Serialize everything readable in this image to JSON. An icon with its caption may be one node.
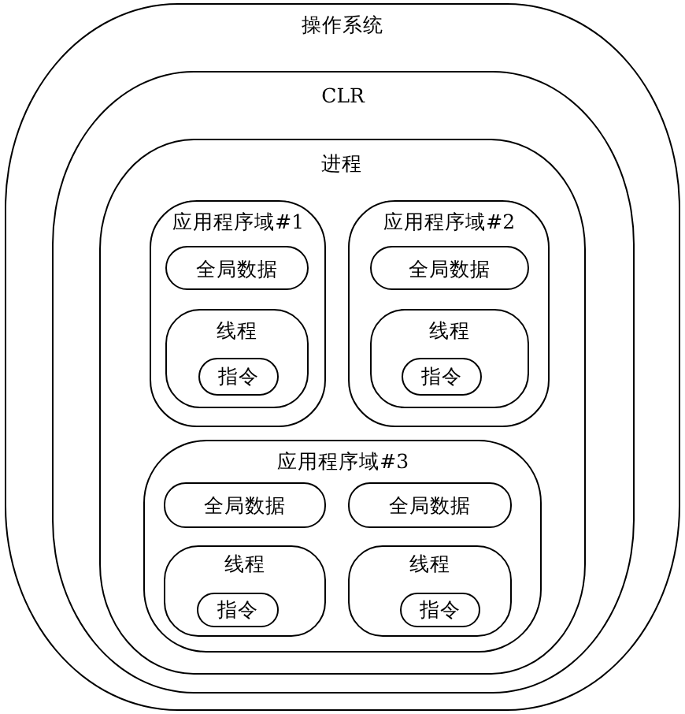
{
  "diagram": {
    "nodes": [
      {
        "text": [
          "操作系统"
        ]
      },
      {
        "text": [
          "CLR"
        ],
        "in": 0
      },
      {
        "text": [
          "进程"
        ],
        "in": 1
      },
      {
        "text": [
          "应用程序域#1"
        ],
        "in": 2
      },
      {
        "text": [
          "全局数据"
        ],
        "in": 3
      },
      {
        "text": [
          "线程"
        ],
        "in": 3
      },
      {
        "text": [
          "指令"
        ],
        "in": 5
      },
      {
        "text": [
          "应用程序域#2"
        ],
        "in": 2
      },
      {
        "text": [
          "全局数据"
        ],
        "in": 7
      },
      {
        "text": [
          "线程"
        ],
        "in": 7
      },
      {
        "text": [
          "指令"
        ],
        "in": 9
      },
      {
        "text": [
          "应用程序域#3"
        ],
        "in": 2
      },
      {
        "text": [
          "全局数据"
        ],
        "in": 11
      },
      {
        "text": [
          "全局数据"
        ],
        "in": 11
      },
      {
        "text": [
          "线程"
        ],
        "in": 11
      },
      {
        "text": [
          "指令"
        ],
        "in": 14
      },
      {
        "text": [
          "线程"
        ],
        "in": 11
      },
      {
        "text": [
          "指令"
        ],
        "in": 16
      }
    ]
  }
}
